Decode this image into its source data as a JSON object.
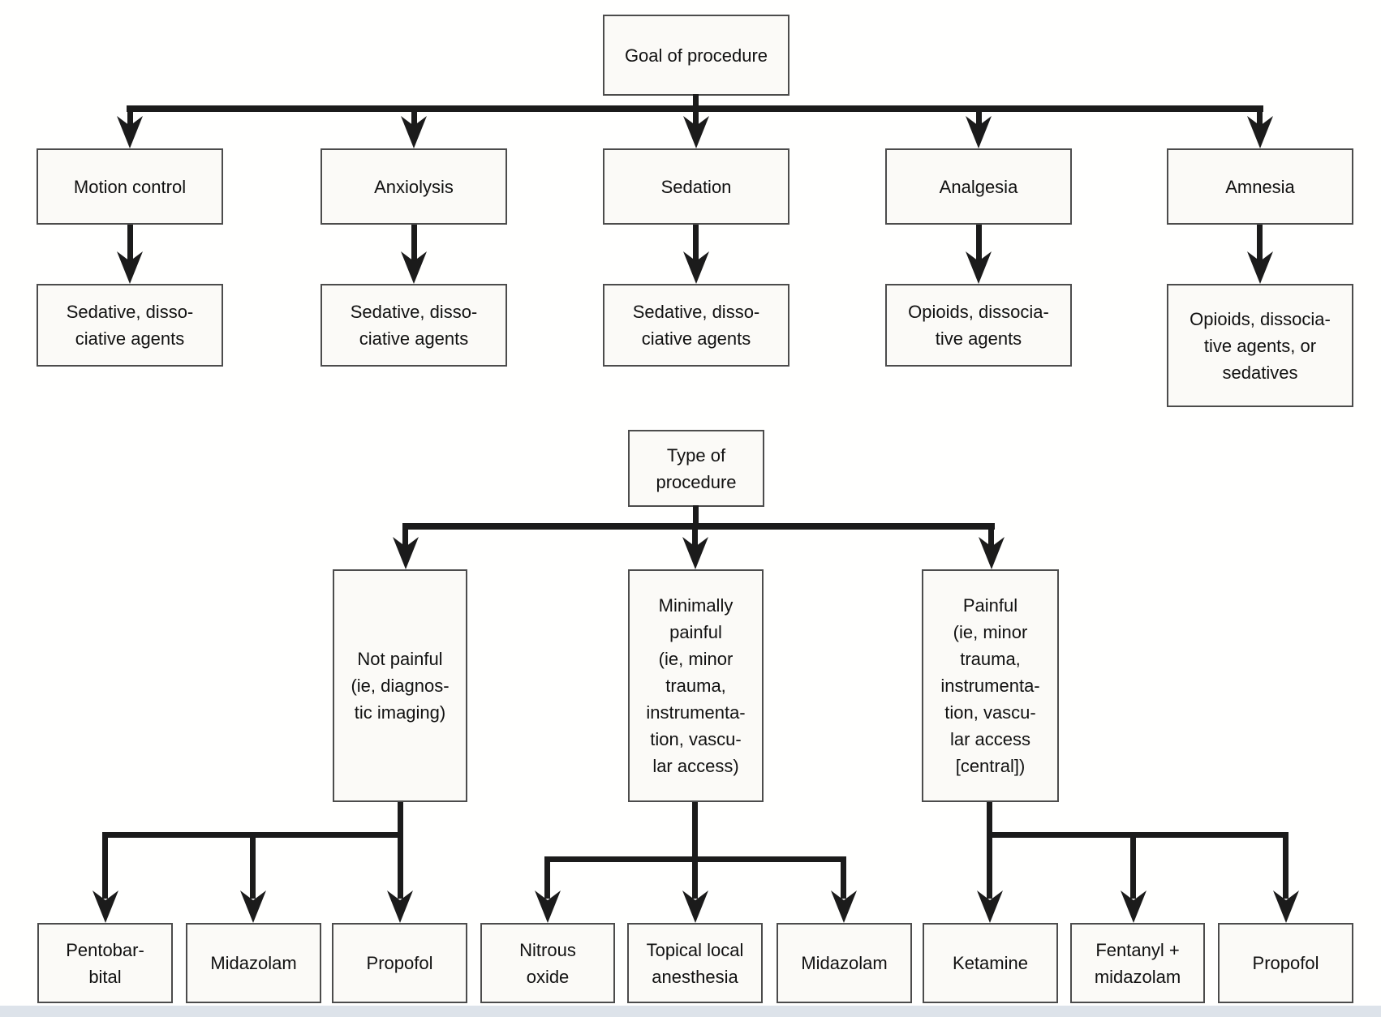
{
  "colors": {
    "line": "#1b1b1b",
    "box_fill": "#fbfaf7",
    "box_border": "#4c4c4c",
    "bottom_strip": "#dde3ea",
    "background": "#fffffe"
  },
  "goal_tree": {
    "root": "Goal of procedure",
    "branches": [
      {
        "goal": "Motion control",
        "agents": "Sedative, disso-\nciative agents"
      },
      {
        "goal": "Anxiolysis",
        "agents": "Sedative, disso-\nciative agents"
      },
      {
        "goal": "Sedation",
        "agents": "Sedative, disso-\nciative agents"
      },
      {
        "goal": "Analgesia",
        "agents": "Opioids, dissocia-\ntive agents"
      },
      {
        "goal": "Amnesia",
        "agents": "Opioids, dissocia-\ntive agents, or\nsedatives"
      }
    ]
  },
  "procedure_tree": {
    "root": "Type of\nprocedure",
    "branches": [
      {
        "type": "Not painful\n(ie, diagnos-\ntic imaging)",
        "drugs": [
          "Pentobar-\nbital",
          "Midazolam",
          "Propofol"
        ]
      },
      {
        "type": "Minimally\npainful\n(ie, minor\ntrauma,\ninstrumenta-\ntion, vascu-\nlar access)",
        "drugs": [
          "Nitrous\noxide",
          "Topical local\nanesthesia",
          "Midazolam"
        ]
      },
      {
        "type": "Painful\n(ie, minor\ntrauma,\ninstrumenta-\ntion, vascu-\nlar access\n[central])",
        "drugs": [
          "Ketamine",
          "Fentanyl +\nmidazolam",
          "Propofol"
        ]
      }
    ]
  }
}
